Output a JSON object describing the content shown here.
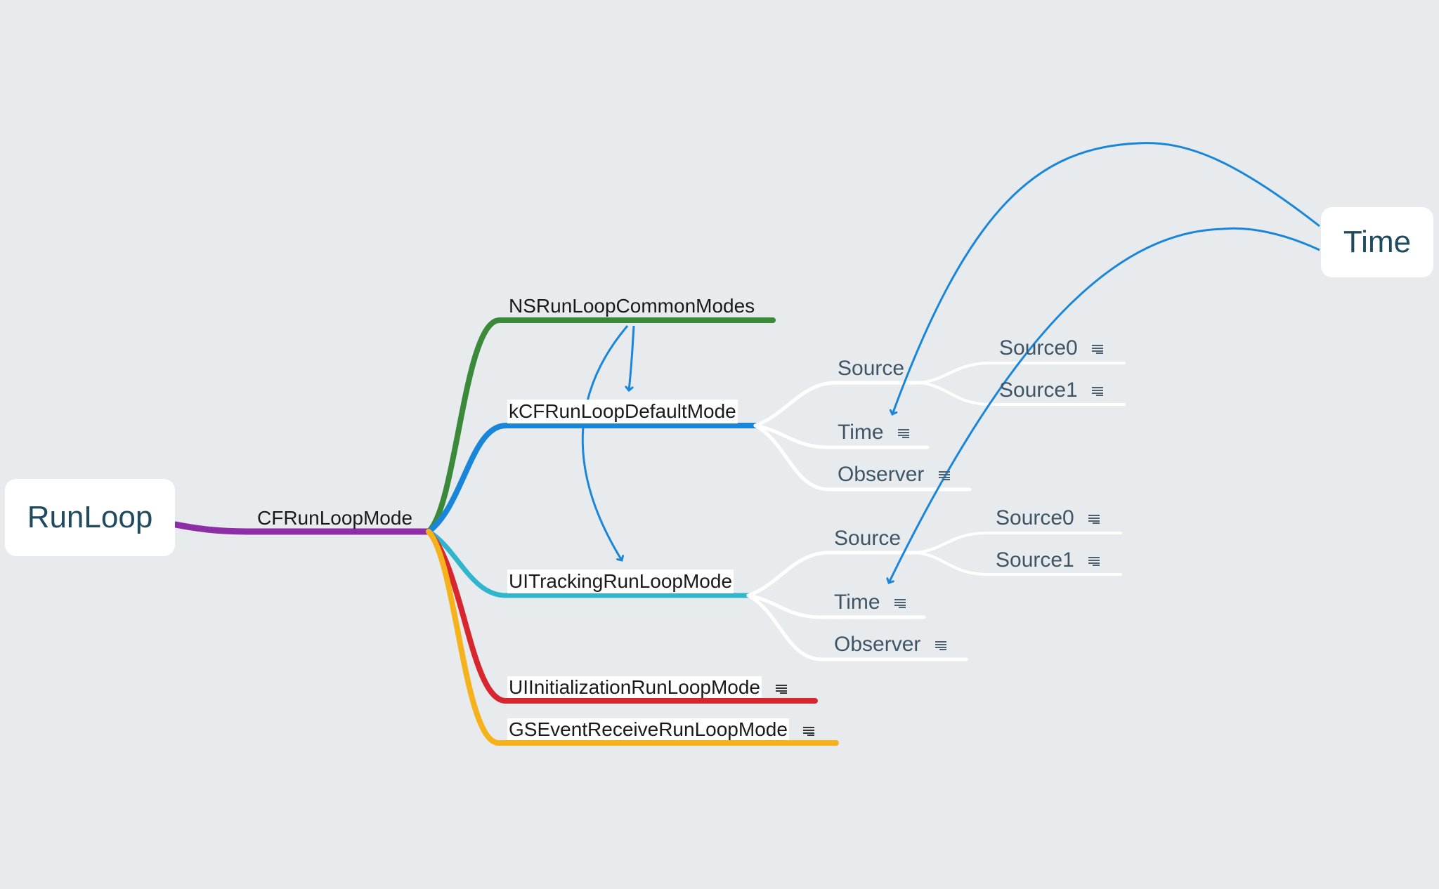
{
  "root": {
    "label": "RunLoop"
  },
  "remote": {
    "label": "Time"
  },
  "branch_root": {
    "label": "CFRunLoopMode"
  },
  "modes": [
    {
      "label": "NSRunLoopCommonModes",
      "color": "#3a8a3a"
    },
    {
      "label": "kCFRunLoopDefaultMode",
      "color": "#1a86d9"
    },
    {
      "label": "UITrackingRunLoopMode",
      "color": "#2fb6cc"
    },
    {
      "label": "UIInitializationRunLoopMode",
      "color": "#d8262f"
    },
    {
      "label": "GSEventReceiveRunLoopMode",
      "color": "#f5b21c"
    }
  ],
  "default_children": {
    "source": "Source",
    "source0": "Source0",
    "source1": "Source1",
    "time": "Time",
    "observer": "Observer"
  },
  "tracking_children": {
    "source": "Source",
    "source0": "Source0",
    "source1": "Source1",
    "time": "Time",
    "observer": "Observer"
  },
  "colors": {
    "background": "#e8ebee",
    "root_branch": "#8e2ea6",
    "arrows": "#1a86d9",
    "sub_lines": "#ffffff"
  },
  "icons": {
    "note": "note-lines-icon"
  }
}
